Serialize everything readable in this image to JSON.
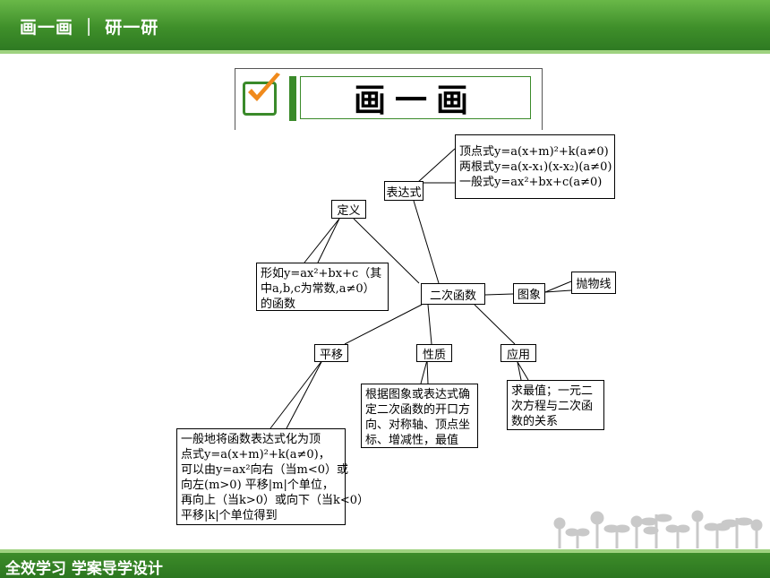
{
  "header": {
    "title": "画一画 ｜ 研一研"
  },
  "banner": {
    "title": "画一画"
  },
  "nodes": {
    "center": "二次函数",
    "biaodashi": "表达式",
    "dingyi": "定义",
    "tuxiang": "图象",
    "paowuxian": "抛物线",
    "pingyi": "平移",
    "xingzhi": "性质",
    "yingyong": "应用"
  },
  "biaodashi_detail": {
    "line1": "顶点式y=a(x+m)²+k(a≠0)",
    "line2": "两根式y=a(x-x₁)(x-x₂)(a≠0)",
    "line3": "一般式y=ax²+bx+c(a≠0)"
  },
  "dingyi_detail": "形如y=ax²+bx+c（其中a,b,c为常数,a≠0）的函数",
  "pingyi_detail": {
    "line1": "一般地将函数表达式化为顶",
    "line2": "点式y=a(x+m)²+k(a≠0)，",
    "line3": "可以由y=ax²向右（当m<0）或",
    "line4": "向左(m>0) 平移|m|个单位，",
    "line5": "再向上（当k>0）或向下（当k<0）",
    "line6": "平移|k|个单位得到"
  },
  "xingzhi_detail": {
    "line1": "根据图象或表达式确",
    "line2": "定二次函数的开口方",
    "line3": "向、对称轴、顶点坐",
    "line4": "标、增减性，最值"
  },
  "yingyong_detail": {
    "line1": "求最值；一元二",
    "line2": "次方程与二次函",
    "line3": "数的关系"
  },
  "footer": {
    "text": "全效学习  学案导学设计"
  },
  "colors": {
    "brand_green": "#3f8f2a",
    "light_green": "#9fd27f",
    "check_orange": "#f08a1c"
  }
}
